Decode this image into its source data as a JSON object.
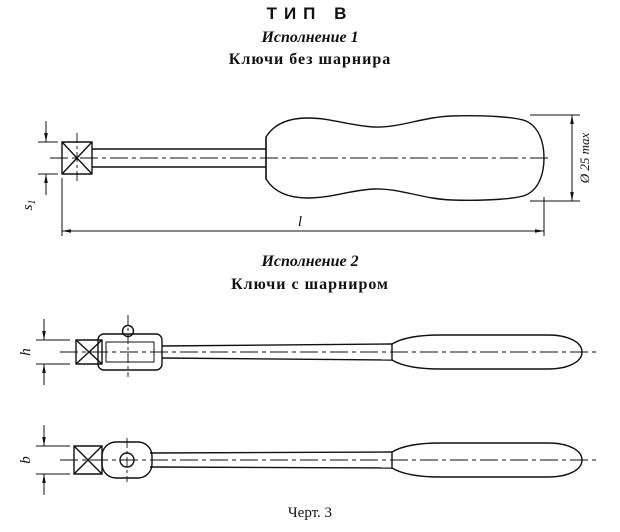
{
  "page": {
    "title": "ТИП В",
    "caption": "Черт. 3"
  },
  "execution1": {
    "heading": "Исполнение 1",
    "subheading": "Ключи без шарнира",
    "dims": {
      "s1_base": "s",
      "s1_sub": "1",
      "l": "l",
      "d": "Ø 25 max"
    }
  },
  "execution2": {
    "heading": "Исполнение 2",
    "subheading": "Ключи с шарниром",
    "dims": {
      "h": "h",
      "b": "b"
    }
  }
}
